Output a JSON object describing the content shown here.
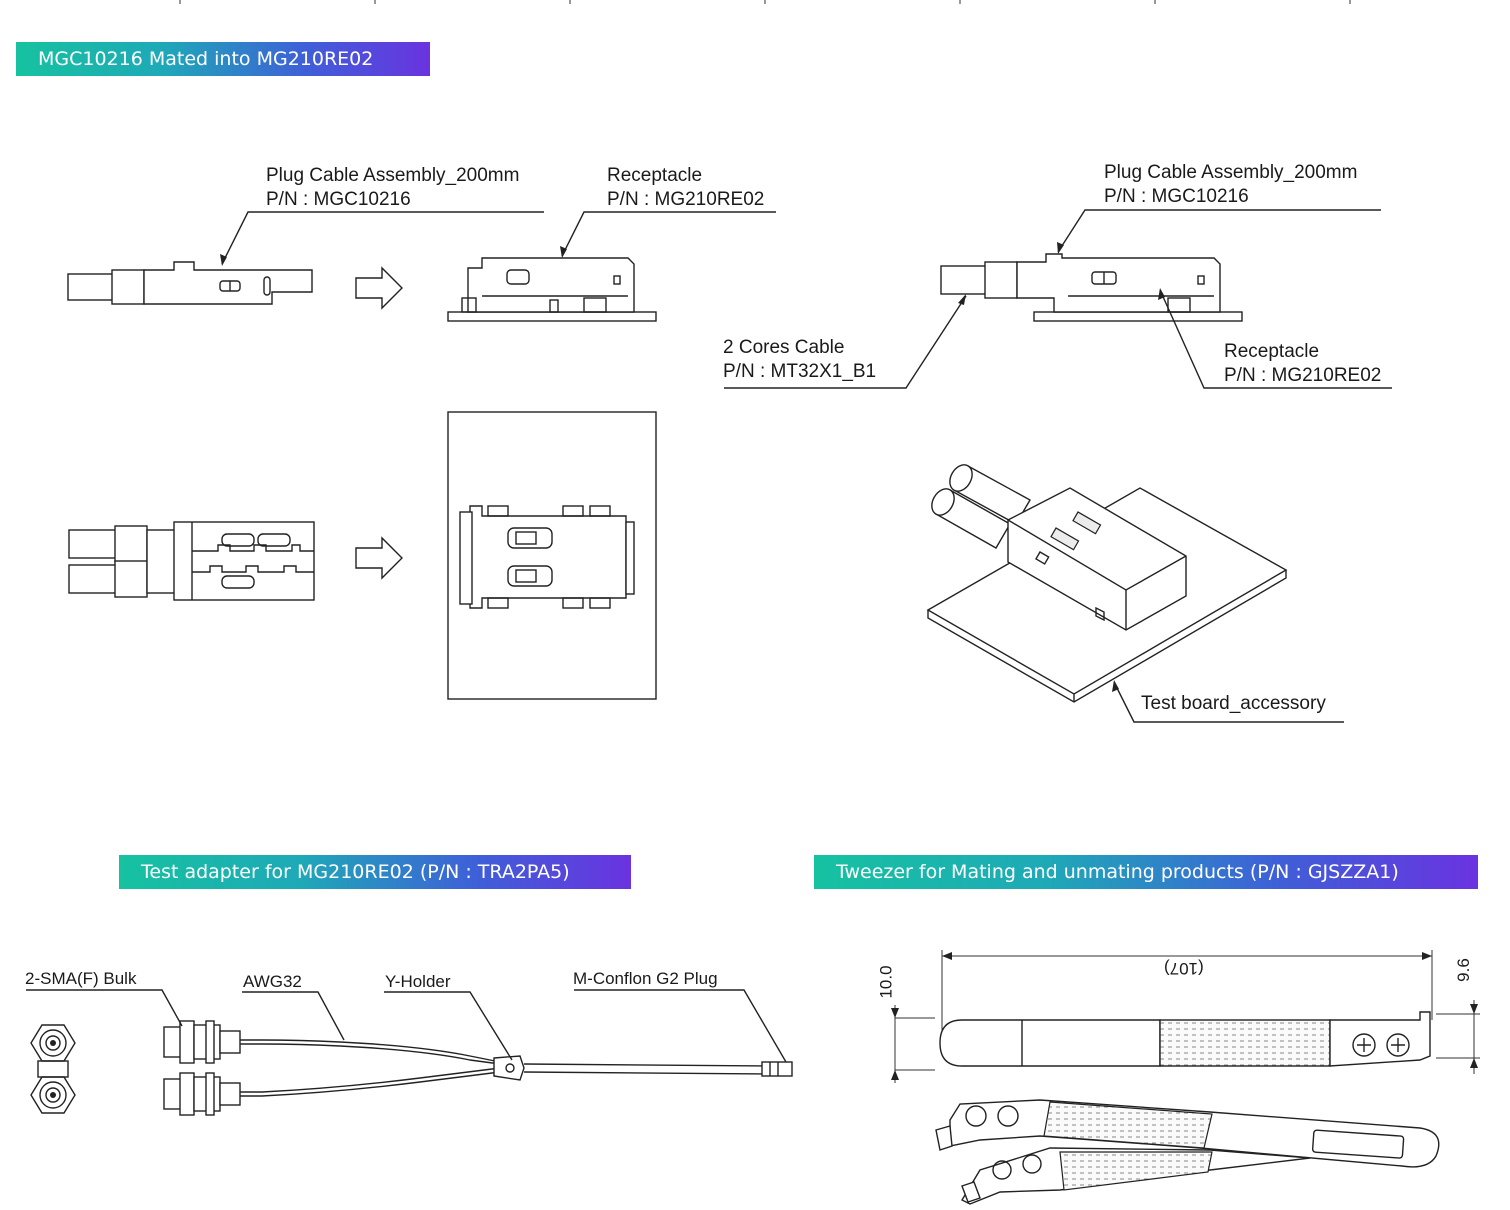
{
  "banners": {
    "main": "MGC10216 Mated into MG210RE02",
    "adapter": "Test adapter for MG210RE02 (P/N : TRA2PA5)",
    "tweezer": "Tweezer for Mating and unmating products (P/N : GJSZZA1)"
  },
  "labels": {
    "plug_left_name": "Plug Cable Assembly_200mm",
    "plug_left_pn": "P/N : MGC10216",
    "receptacle_top_name": "Receptacle",
    "receptacle_top_pn": "P/N : MG210RE02",
    "plug_right_name": "Plug Cable Assembly_200mm",
    "plug_right_pn": "P/N : MGC10216",
    "cable_name": "2 Cores Cable",
    "cable_pn": "P/N : MT32X1_B1",
    "receptacle_right_name": "Receptacle",
    "receptacle_right_pn": "P/N : MG210RE02",
    "test_board": "Test board_accessory"
  },
  "adapter_labels": {
    "sma": "2-SMA(F) Bulk",
    "awg": "AWG32",
    "yholder": "Y-Holder",
    "plug": "M-Conflon G2 Plug"
  },
  "tweezer_dims": {
    "length": "(107)",
    "height": "10.0",
    "tip": "9.6"
  },
  "colors": {
    "banner_start": "#16c2a0",
    "banner_end": "#6a33e0",
    "line": "#222222"
  }
}
